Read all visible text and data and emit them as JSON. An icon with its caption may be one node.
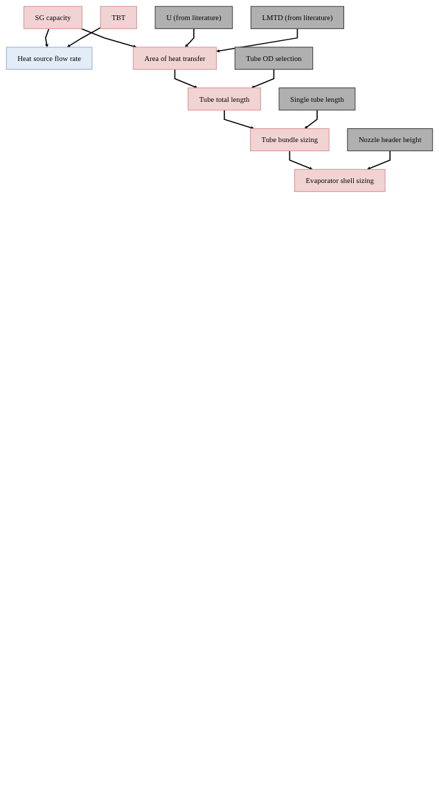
{
  "diagram": {
    "nodes": [
      {
        "text": [
          "SG capacity"
        ]
      },
      {
        "text": [
          "TBT"
        ]
      },
      {
        "text": [
          "Heat source flow rate"
        ]
      },
      {
        "text": [
          "U (from literature)"
        ]
      },
      {
        "text": [
          "LMTD (from literature)"
        ]
      },
      {
        "text": [
          "Area of heat transfer"
        ]
      },
      {
        "text": [
          "Tube OD selection"
        ]
      },
      {
        "text": [
          "Tube total length"
        ]
      },
      {
        "text": [
          "Single tube length"
        ]
      },
      {
        "text": [
          "Tube bundle sizing"
        ]
      },
      {
        "text": [
          "Nozzle header height"
        ]
      },
      {
        "text": [
          "Evaporator shell sizing"
        ]
      }
    ],
    "edges": [
      {
        "from": 0,
        "to": 2,
        "arrow": "to"
      },
      {
        "from": 1,
        "to": 2,
        "arrow": "to"
      },
      {
        "from": 0,
        "to": 5,
        "arrow": "to"
      },
      {
        "from": 3,
        "to": 5,
        "arrow": "to"
      },
      {
        "from": 4,
        "to": 5,
        "arrow": "to"
      },
      {
        "from": 5,
        "to": 7,
        "arrow": "to"
      },
      {
        "from": 6,
        "to": 7,
        "arrow": "to"
      },
      {
        "from": 7,
        "to": 9,
        "arrow": "to"
      },
      {
        "from": 8,
        "to": 9,
        "arrow": "to"
      },
      {
        "from": 9,
        "to": 11,
        "arrow": "to"
      },
      {
        "from": 10,
        "to": 11,
        "arrow": "to"
      }
    ]
  }
}
